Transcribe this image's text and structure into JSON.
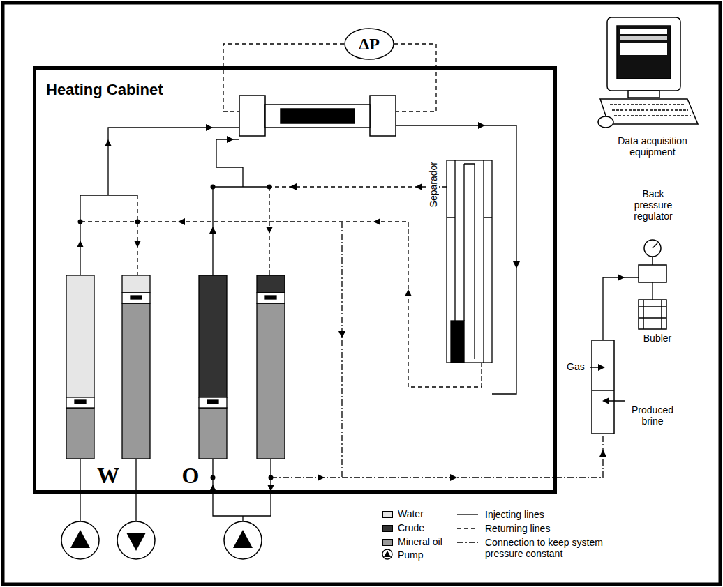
{
  "diagram": {
    "nodes": [
      {
        "text": [
          "Heating Cabinet"
        ]
      },
      {
        "text": [
          "ΔP"
        ]
      },
      {
        "text": [
          "Separador"
        ],
        "in": 0
      }
    ],
    "labels": [
      "Data acquisition equipment",
      "Back pressure regulator",
      "Gas",
      "Bubler",
      "Produced brine",
      "W",
      "O"
    ],
    "legend": [
      {
        "text": "Water",
        "color": "#e6e6e6"
      },
      {
        "text": "Crude",
        "color": "#333333"
      },
      {
        "text": "Mineral oil",
        "color": "#999999"
      },
      {
        "text": "Pump"
      },
      {
        "text": "Injecting lines"
      },
      {
        "text": "Returning lines"
      },
      {
        "text": "Connection to keep system pressure constant"
      }
    ]
  }
}
